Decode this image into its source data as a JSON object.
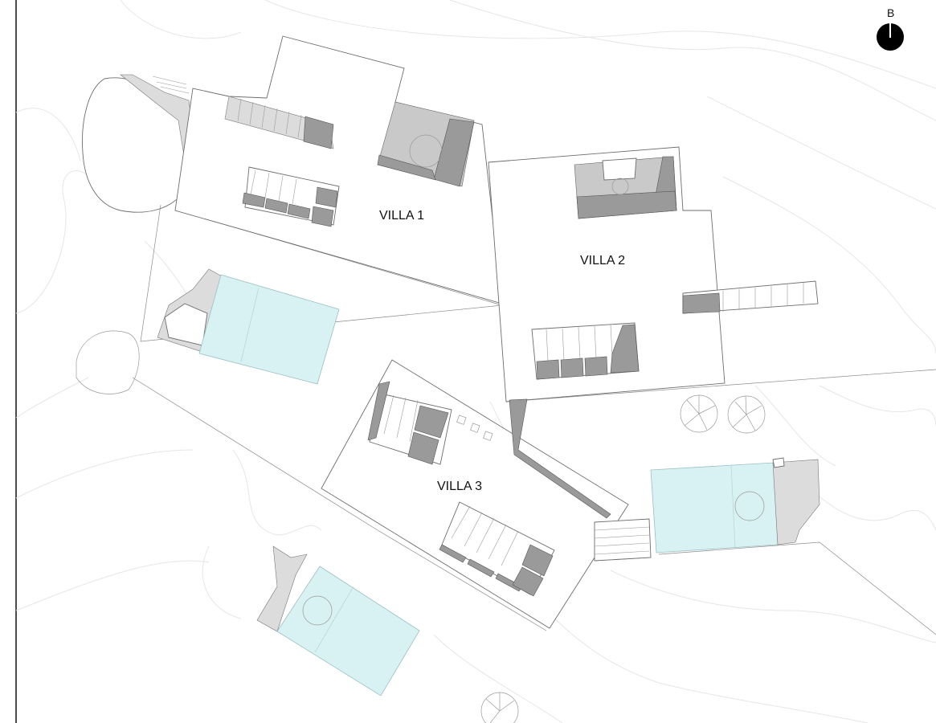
{
  "north_arrow": {
    "label": "B"
  },
  "villas": [
    {
      "label": "VILLA 1"
    },
    {
      "label": "VILLA 2"
    },
    {
      "label": "VILLA 3"
    }
  ],
  "colors": {
    "pool": "#d8f1f2",
    "dark_fill": "#9a9a9a",
    "mid_fill": "#c9c9c9",
    "light_fill": "#dcdcdc",
    "terrain_line": "#e6e6e6"
  }
}
